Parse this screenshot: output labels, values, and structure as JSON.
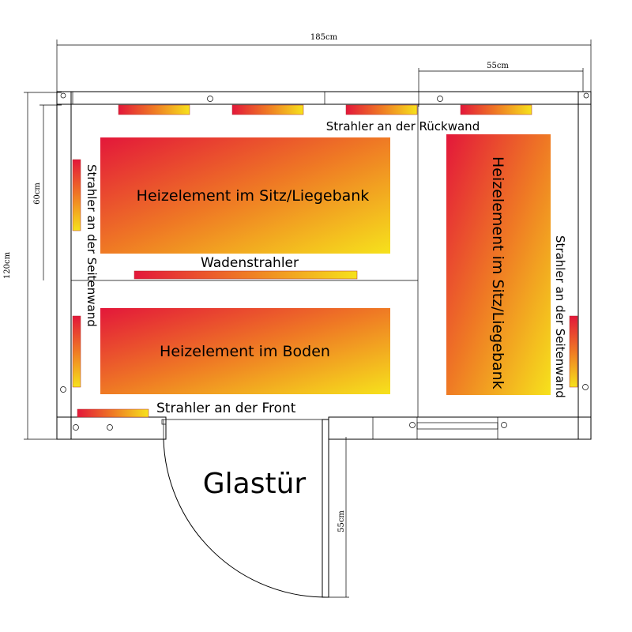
{
  "dimensions": {
    "width_total": "185cm",
    "bench_depth_top": "55cm",
    "bench_depth_left": "60cm",
    "height_total": "120cm",
    "door_width": "55cm"
  },
  "labels": {
    "back_wall_radiators": "Strahler an der Rückwand",
    "seat_heater_left": "Heizelement im Sitz/Liegebank",
    "seat_heater_right": "Heizelement im Sitz/Liegebank",
    "calf_radiator": "Wadenstrahler",
    "floor_heater": "Heizelement im Boden",
    "front_radiator": "Strahler an der Front",
    "side_wall_left": "Strahler an der Seitenwand",
    "side_wall_right": "Strahler an der Seitenwand",
    "door": "Glastür"
  },
  "colors": {
    "heat_hot": "#e3173a",
    "heat_mid": "#ef7a24",
    "heat_cool": "#f6e21c"
  }
}
